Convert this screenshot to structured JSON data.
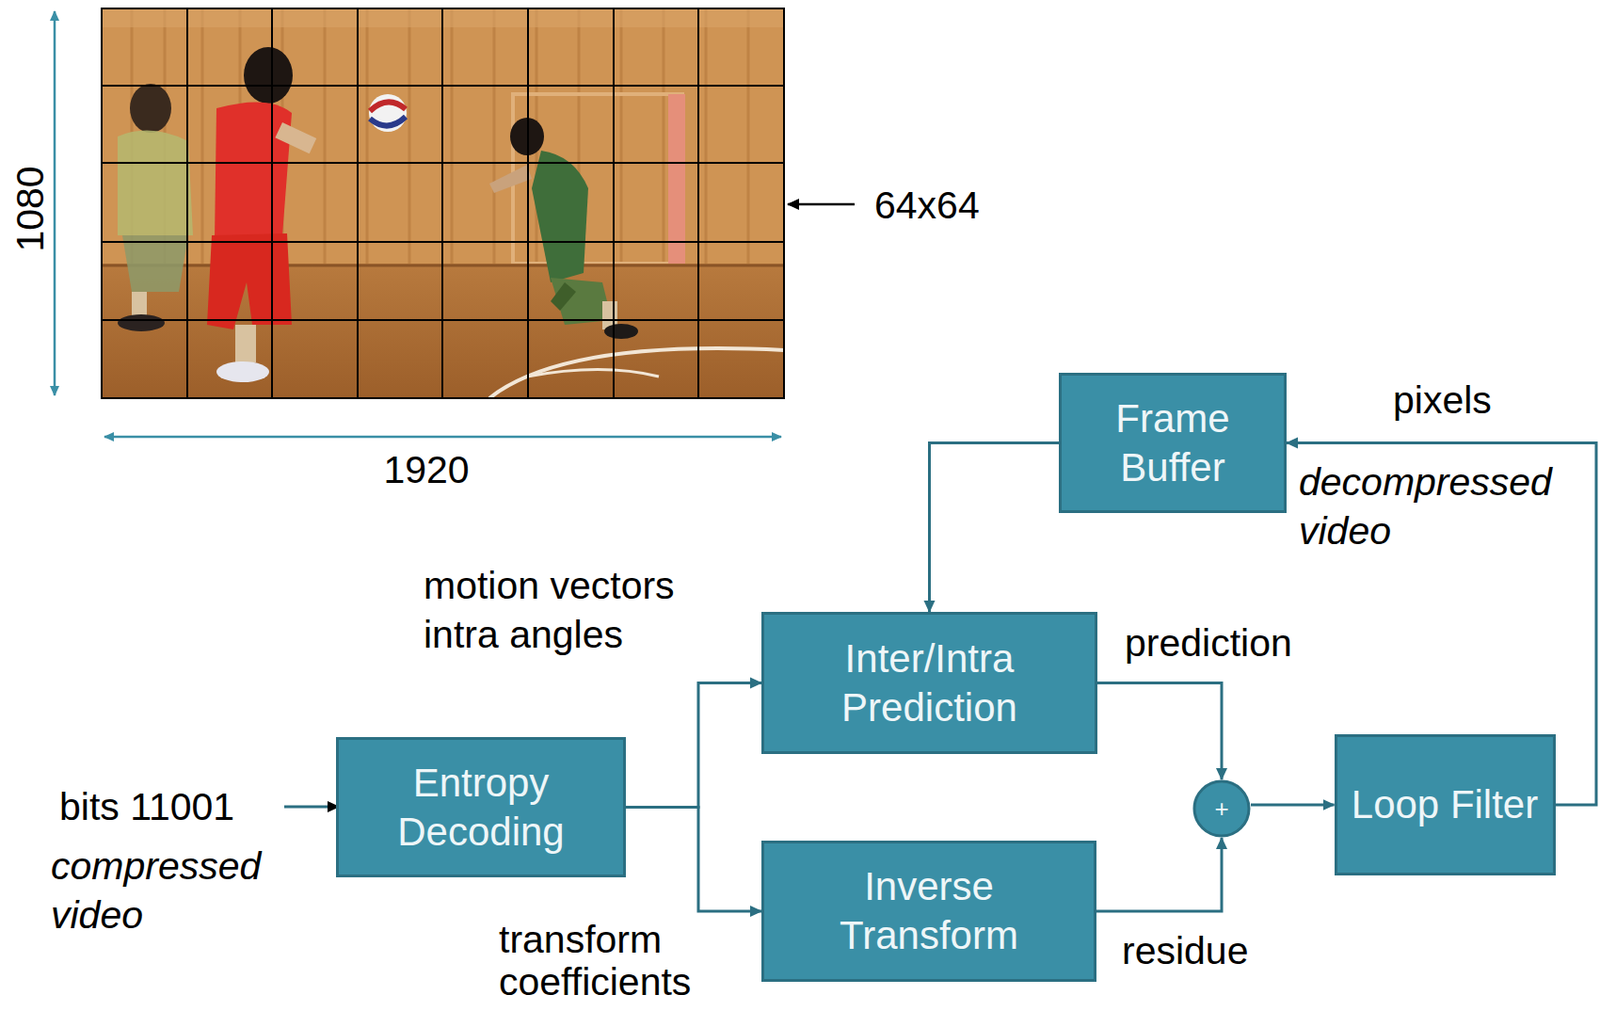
{
  "diagram": {
    "nodes": [
      {
        "text": [
          "Frame Buffer"
        ]
      },
      {
        "text": [
          "Inter/Intra Prediction"
        ]
      },
      {
        "text": [
          "Entropy Decoding"
        ]
      },
      {
        "text": [
          "+"
        ]
      },
      {
        "text": [
          "Loop Filter"
        ]
      },
      {
        "text": [
          "Inverse Transform"
        ]
      }
    ],
    "edges": [
      {
        "from": 2,
        "to": 1,
        "arrow": "to",
        "label": "motion vectors intra angles"
      },
      {
        "from": 2,
        "to": 5,
        "arrow": "to",
        "label": "transform coefficients"
      },
      {
        "from": 1,
        "to": 3,
        "arrow": "to",
        "label": "prediction"
      },
      {
        "from": 5,
        "to": 3,
        "arrow": "to",
        "label": "residue"
      },
      {
        "from": 3,
        "to": 4,
        "arrow": "to"
      },
      {
        "from": 4,
        "to": 0,
        "arrow": "to",
        "label": "pixels"
      },
      {
        "from": 0,
        "to": 1,
        "arrow": "to"
      }
    ],
    "labels": [
      "1080",
      "1920",
      "64x64",
      "bits 11001",
      "compressed video",
      "decompressed video"
    ]
  }
}
